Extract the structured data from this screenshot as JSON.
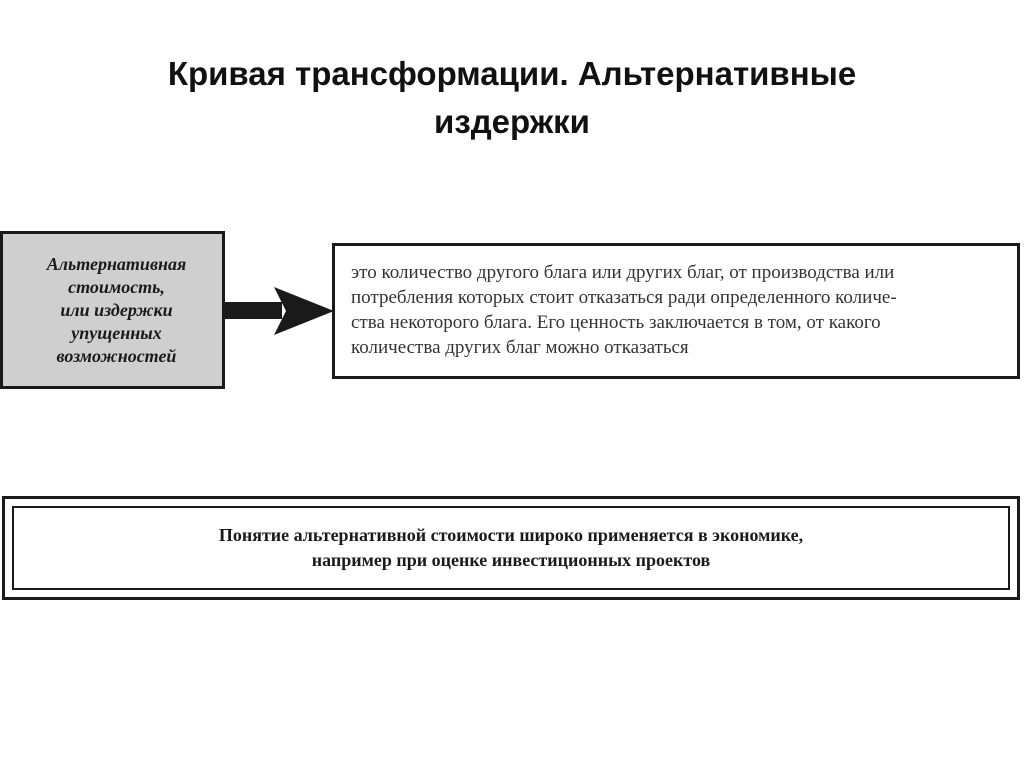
{
  "slide": {
    "title_lines": [
      "Кривая трансформации. Альтернативные",
      "издержки"
    ],
    "term_lines": [
      "Альтернативная",
      "стоимость,",
      "или издержки",
      "упущенных",
      "возможностей"
    ],
    "definition_lines": [
      "это количество другого блага или других благ, от производства или",
      "потребления которых стоит отказаться ради определенного количе-",
      "ства некоторого блага. Его ценность заключается в том, от какого",
      "количества других благ можно отказаться"
    ],
    "note_lines": [
      "Понятие альтернативной стоимости широко применяется в экономике,",
      "например при оценке инвестиционных проектов"
    ],
    "arrow_icon": "right-arrow-icon",
    "colors": {
      "term_box_background": "#cfcfcf",
      "border": "#1a1a1a",
      "text": "#111111"
    }
  }
}
